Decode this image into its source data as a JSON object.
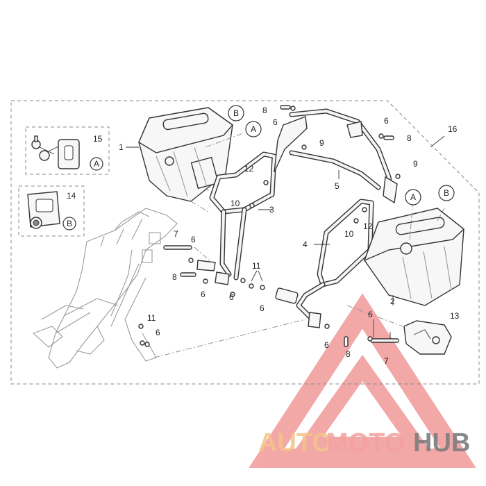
{
  "callouts": {
    "p1": "1",
    "p2": "2",
    "p3": "3",
    "p4": "4",
    "p5": "5",
    "p6a": "6",
    "p6b": "6",
    "p6c": "6",
    "p6d": "6",
    "p6e": "6",
    "p6f": "6",
    "p6g": "6",
    "p6h": "6",
    "p7a": "7",
    "p7b": "7",
    "p8a": "8",
    "p8b": "8",
    "p8c": "8",
    "p8d": "8",
    "p9a": "9",
    "p9b": "9",
    "p10a": "10",
    "p10b": "10",
    "p11a": "11",
    "p11b": "11",
    "p12a": "12",
    "p12b": "12",
    "p13": "13",
    "p14": "14",
    "p15": "15",
    "p16": "16"
  },
  "reference_circles": {
    "a_left": "A",
    "b_left": "B",
    "a_right": "A",
    "b_right": "B",
    "a_inset_key": "A",
    "b_inset_lock": "B"
  },
  "watermark": {
    "part1": "AUTO",
    "part2": "MOTO",
    "part3": "HUB",
    "colors": {
      "triangle": "#f08b8b",
      "part1": "#f5c48a",
      "part2": "#f4a0a0",
      "part3": "#7d7d7d"
    }
  }
}
